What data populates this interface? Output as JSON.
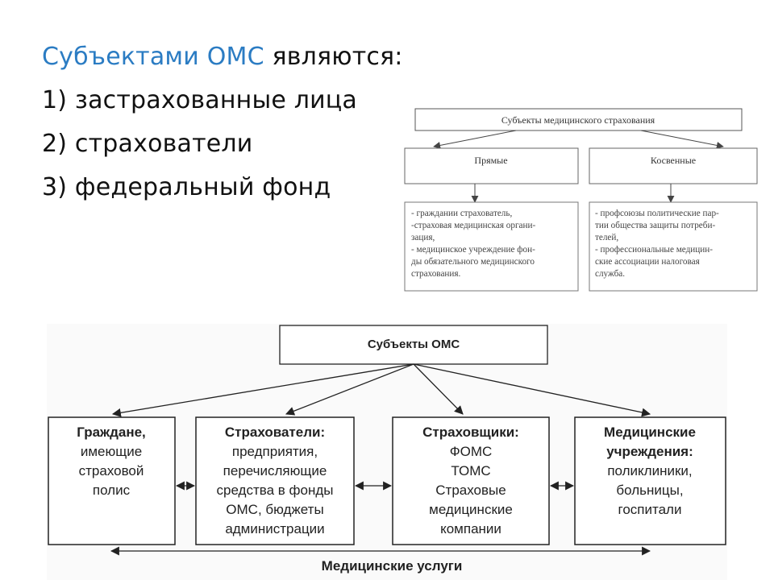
{
  "colors": {
    "accent": "#2b7cc3",
    "text": "#111111",
    "line": "#333333",
    "faint": "#777777"
  },
  "slide": {
    "heading_accent": "Субъектами ОМС",
    "heading_rest": " являются:",
    "items": [
      "1) застрахованные лица",
      "2) страхователи",
      "3) федеральный фонд"
    ]
  },
  "diagram_top": {
    "title": "Субъекты медицинского страхования",
    "branches": [
      {
        "label": "Прямые",
        "lines": [
          "- граждании страхователь,",
          "-страховая медицинская органи-",
          "зация,",
          "- медицинское учреждение фон-",
          "ды обязательного медицинского",
          "страхования."
        ]
      },
      {
        "label": "Косвенные",
        "lines": [
          "- профсоюзы политические пар-",
          "тии общества защиты потреби-",
          "телей,",
          "- профессиональные медицин-",
          "ские ассоциации налоговая",
          "служба."
        ]
      }
    ]
  },
  "diagram_bottom": {
    "title": "Субъекты ОМС",
    "footer": "Медицинские услуги",
    "boxes": [
      {
        "lines": [
          {
            "t": "Граждане,",
            "b": true
          },
          {
            "t": "имеющие"
          },
          {
            "t": "страховой"
          },
          {
            "t": "полис"
          }
        ]
      },
      {
        "lines": [
          {
            "t": "Страхователи:",
            "b": true
          },
          {
            "t": "предприятия,"
          },
          {
            "t": "перечисляющие"
          },
          {
            "t": "средства в фонды"
          },
          {
            "t": "ОМС, бюджеты"
          },
          {
            "t": "администрации"
          }
        ]
      },
      {
        "lines": [
          {
            "t": "Страховщики:",
            "b": true
          },
          {
            "t": "ФОМС"
          },
          {
            "t": "ТОМС"
          },
          {
            "t": "Страховые"
          },
          {
            "t": "медицинские"
          },
          {
            "t": "компании"
          }
        ]
      },
      {
        "lines": [
          {
            "t": "Медицинские",
            "b": true
          },
          {
            "t": "учреждения:",
            "b": true
          },
          {
            "t": "поликлиники,"
          },
          {
            "t": "больницы,"
          },
          {
            "t": "госпитали"
          }
        ]
      }
    ]
  }
}
